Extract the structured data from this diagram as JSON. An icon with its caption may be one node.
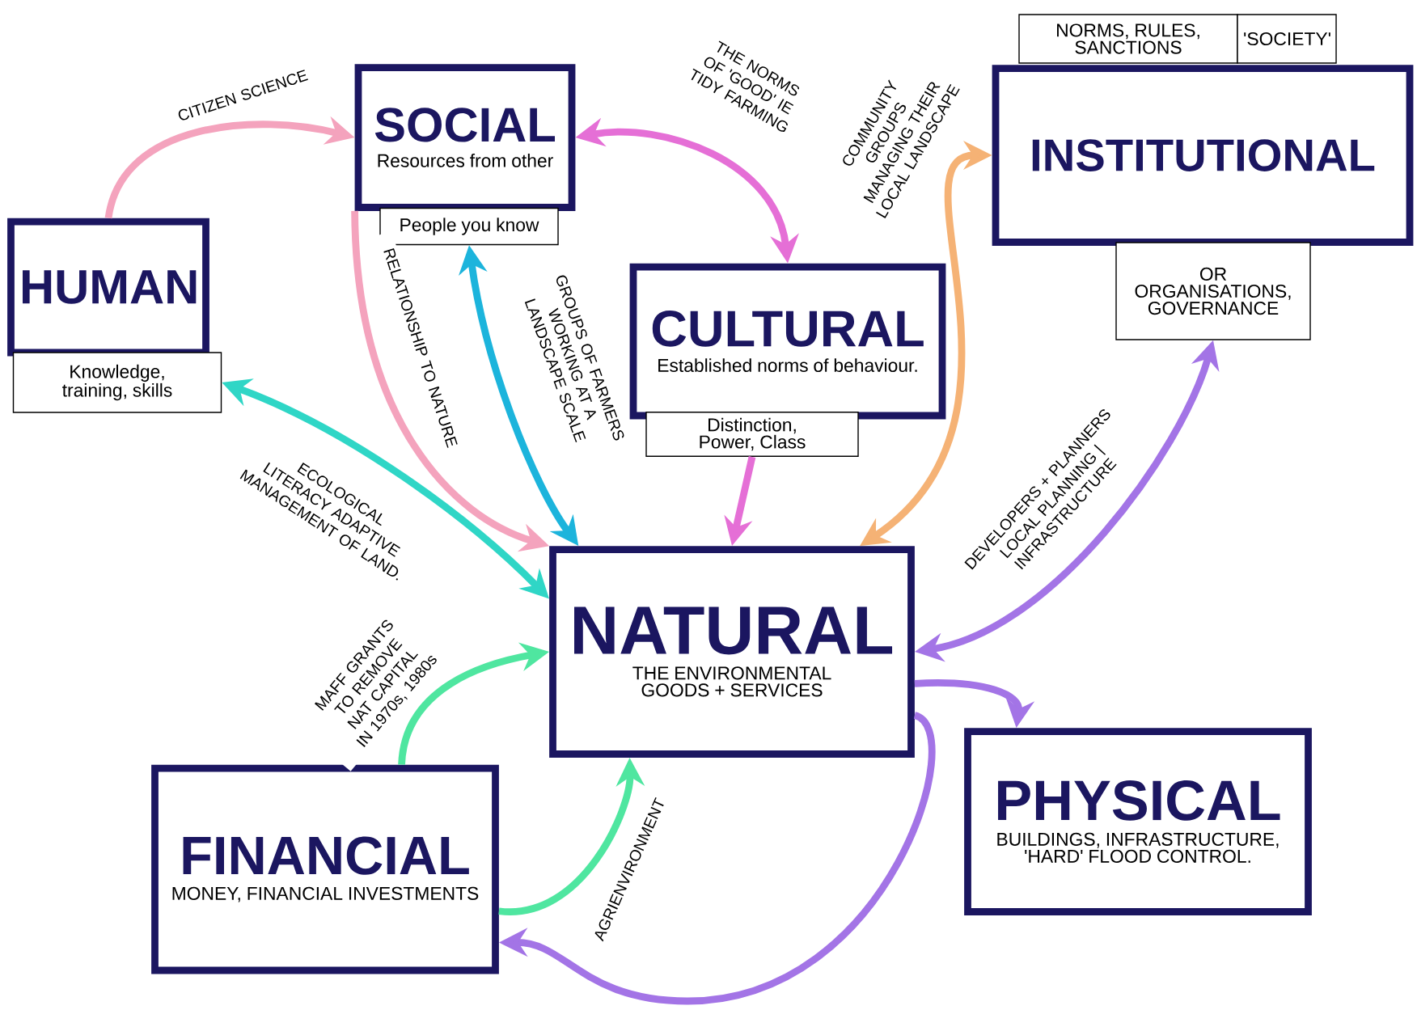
{
  "diagram": {
    "nodes": [
      {
        "text": [
          "SOCIAL",
          "Resources from other"
        ]
      },
      {
        "text": [
          "People you know"
        ]
      },
      {
        "text": [
          "NORMS, RULES, SANCTIONS"
        ]
      },
      {
        "text": [
          "'SOCIETY'"
        ]
      },
      {
        "text": [
          "INSTITUTIONAL"
        ]
      },
      {
        "text": [
          "OR ORGANISATIONS, GOVERNANCE"
        ]
      },
      {
        "text": [
          "HUMAN"
        ]
      },
      {
        "text": [
          "Knowledge, training, skills"
        ]
      },
      {
        "text": [
          "CULTURAL",
          "Established norms of behaviour."
        ]
      },
      {
        "text": [
          "Distinction, Power, Class"
        ]
      },
      {
        "text": [
          "NATURAL",
          "THE ENVIRONMENTAL GOODS + SERVICES"
        ]
      },
      {
        "text": [
          "FINANCIAL",
          "MONEY, FINANCIAL INVESTMENTS"
        ]
      },
      {
        "text": [
          "PHYSICAL",
          "BUILDINGS, INFRASTRUCTURE, 'HARD' FLOOD CONTROL."
        ]
      }
    ],
    "edges": [
      {
        "from": 6,
        "to": 0,
        "arrow": "to",
        "label": "CITIZEN SCIENCE",
        "color": "#f4a3bd"
      },
      {
        "from": 0,
        "to": 8,
        "arrow": "both",
        "label": "THE NORMS OF 'GOOD' IE TIDY FARMING",
        "color": "#e56fd6"
      },
      {
        "from": 0,
        "to": 10,
        "arrow": "to",
        "label": "RELATIONSHIP TO NATURE",
        "color": "#f4a3bd"
      },
      {
        "from": 10,
        "to": 1,
        "arrow": "both",
        "label": "GROUPS OF FARMERS WORKING AT A LANDSCAPE SCALE",
        "color": "#1cb4dc"
      },
      {
        "from": 7,
        "to": 10,
        "arrow": "both",
        "label": "ECOLOGICAL LITERACY ADAPTIVE MANAGEMENT OF LAND.",
        "color": "#2fd6c6"
      },
      {
        "from": 9,
        "to": 10,
        "arrow": "to",
        "color": "#e56fd6"
      },
      {
        "from": 10,
        "to": 4,
        "arrow": "both",
        "label": "COMMUNITY GROUPS MANAGING THEIR LOCAL LANDSCAPE",
        "color": "#f5b275"
      },
      {
        "from": 11,
        "to": 10,
        "arrow": "to",
        "label": "MAFF GRANTS TO REMOVE NAT CAPITAL IN 1970s, 1980s",
        "color": "#4fe6a0"
      },
      {
        "from": 11,
        "to": 10,
        "arrow": "to",
        "label": "AGRIENVIRONMENT",
        "color": "#4fe6a0"
      },
      {
        "from": 10,
        "to": 5,
        "arrow": "both",
        "label": "DEVELOPERS + PLANNERS LOCAL PLANNING | INFRASTRUCTURE",
        "color": "#a374e6"
      },
      {
        "from": 10,
        "to": 12,
        "arrow": "to",
        "color": "#a374e6"
      },
      {
        "from": 10,
        "to": 11,
        "arrow": "to",
        "color": "#a374e6"
      }
    ]
  }
}
